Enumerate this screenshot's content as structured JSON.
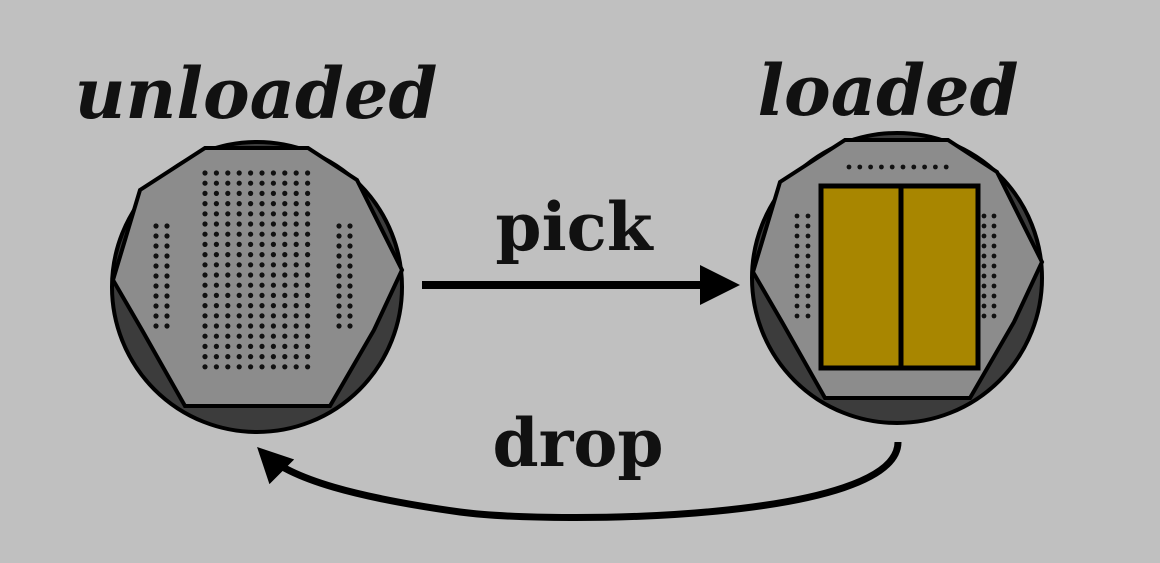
{
  "states": {
    "unloaded": {
      "label": "unloaded"
    },
    "loaded": {
      "label": "loaded"
    }
  },
  "transitions": {
    "pick": {
      "label": "pick"
    },
    "drop": {
      "label": "drop"
    }
  },
  "colors": {
    "background": "#c0c0c0",
    "plate_outer": "#3c3c3c",
    "plate_face": "#8c8c8c",
    "hole": "#111111",
    "load_fill": "#a88600",
    "ink": "#000000"
  }
}
